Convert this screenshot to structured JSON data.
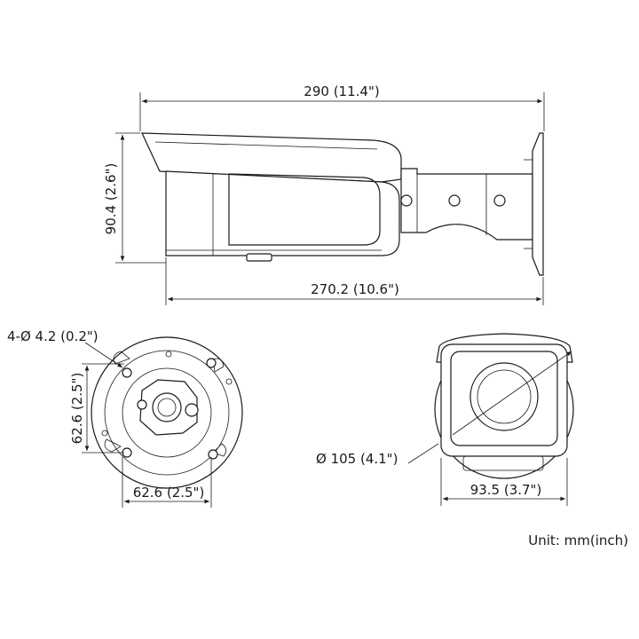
{
  "dimensions": {
    "total_length": "290 (11.4\")",
    "height": "90.4 (2.6\")",
    "body_length": "270.2 (10.6\")",
    "mount_holes": "4-Ø 4.2 (0.2\")",
    "base_height": "62.6 (2.5\")",
    "base_width": "62.6 (2.5\")",
    "diameter": "Ø 105 (4.1\")",
    "front_width": "93.5 (3.7\")"
  },
  "unit_label": "Unit: mm(inch)"
}
